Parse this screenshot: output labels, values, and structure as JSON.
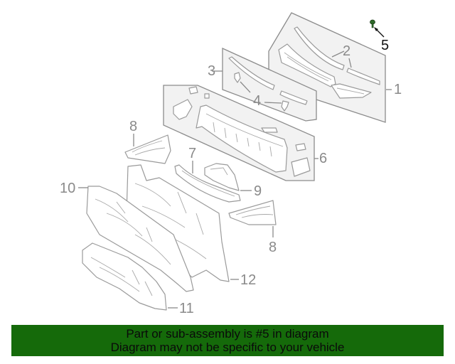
{
  "diagram": {
    "highlighted_part": "5",
    "highlight_color": "#2f6b2a",
    "callouts": [
      {
        "id": "1",
        "label": "1"
      },
      {
        "id": "2",
        "label": "2"
      },
      {
        "id": "3",
        "label": "3"
      },
      {
        "id": "4",
        "label": "4"
      },
      {
        "id": "5",
        "label": "5"
      },
      {
        "id": "6",
        "label": "6"
      },
      {
        "id": "7",
        "label": "7"
      },
      {
        "id": "8a",
        "label": "8"
      },
      {
        "id": "8b",
        "label": "8"
      },
      {
        "id": "9",
        "label": "9"
      },
      {
        "id": "10",
        "label": "10"
      },
      {
        "id": "11",
        "label": "11"
      },
      {
        "id": "12",
        "label": "12"
      }
    ]
  },
  "banner": {
    "line1": "Part or sub-assembly is #5 in diagram",
    "line2": "Diagram may not be specific to your vehicle",
    "background": "#156a0a"
  }
}
